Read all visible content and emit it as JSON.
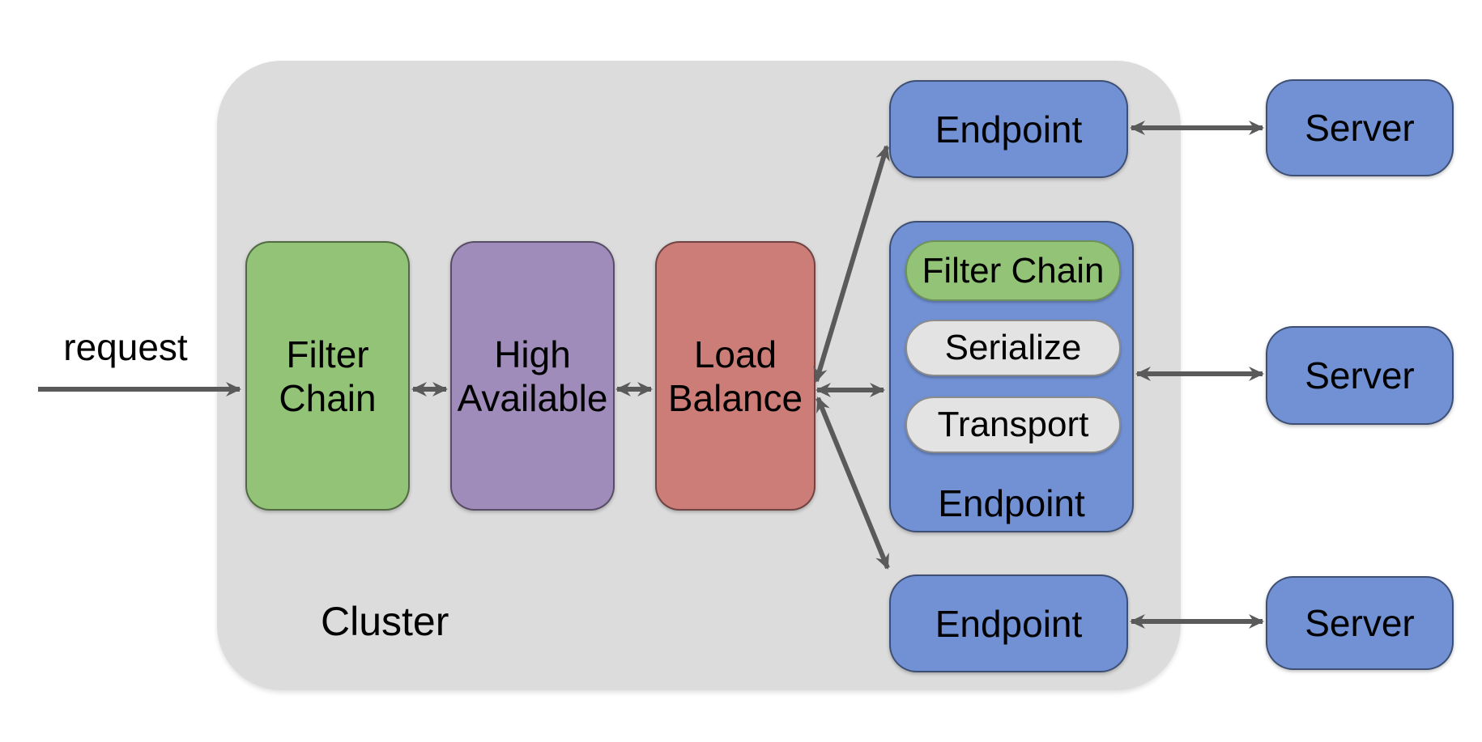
{
  "diagram": {
    "request_label": "request",
    "cluster": {
      "label": "Cluster",
      "nodes": {
        "filter_chain": {
          "label": "Filter\nChain"
        },
        "high_available": {
          "label": "High\nAvailable"
        },
        "load_balance": {
          "label": "Load\nBalance"
        }
      },
      "endpoints": {
        "top": {
          "label": "Endpoint"
        },
        "middle": {
          "label": "Endpoint",
          "pills": {
            "filter_chain": "Filter Chain",
            "serialize": "Serialize",
            "transport": "Transport"
          }
        },
        "bottom": {
          "label": "Endpoint"
        }
      }
    },
    "servers": {
      "top": "Server",
      "middle": "Server",
      "bottom": "Server"
    },
    "colors": {
      "cluster_bg": "#dcdcdc",
      "node_green": "#93c377",
      "node_purple": "#a08cbb",
      "node_red": "#cd7d78",
      "node_blue": "#7191d4",
      "pill_gray": "#e3e3e3",
      "arrow": "#5a5a5a",
      "text": "#000000",
      "page_bg": "#ffffff"
    }
  }
}
